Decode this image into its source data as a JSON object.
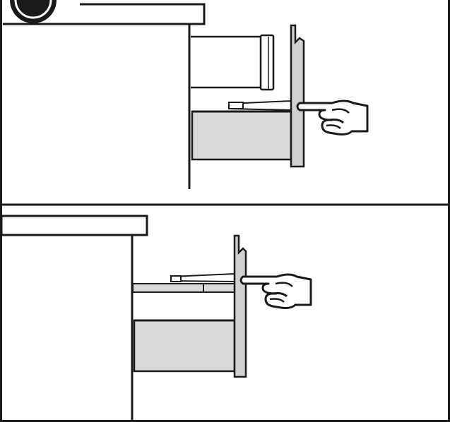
{
  "colors": {
    "line": "#1a1a1a",
    "drawer_fill": "#d9d9d9",
    "panel_fill": "#d0d0d0",
    "background": "#ffffff"
  },
  "panels": [
    {
      "name": "top",
      "step": "drawer-open-finger-push"
    },
    {
      "name": "bottom",
      "step": "drawer-partially-open-finger-push"
    }
  ]
}
